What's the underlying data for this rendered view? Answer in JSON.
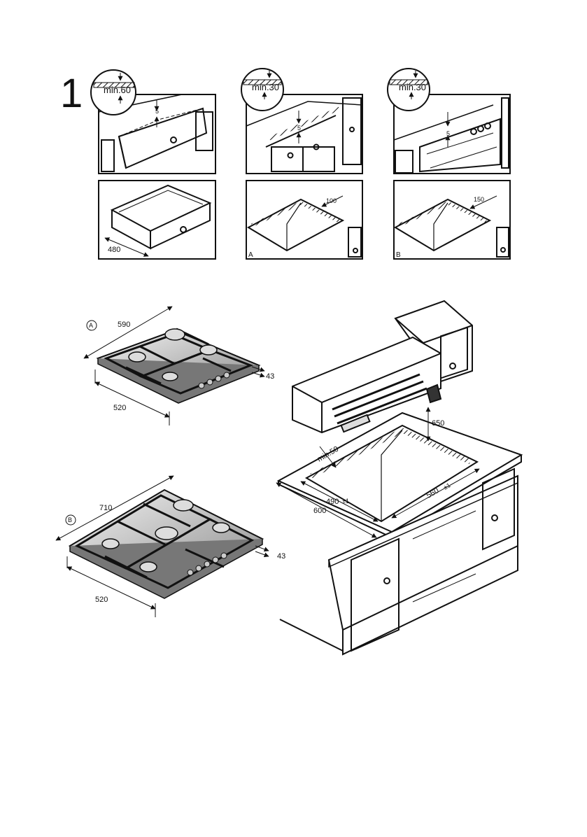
{
  "figure_number": "1",
  "top_row": [
    {
      "circle_label": "min.60",
      "gap": "5",
      "drawer_width": "480",
      "corner_letter": ""
    },
    {
      "circle_label": "min.30",
      "gap": "5",
      "cutout_offset": "100",
      "corner_letter": "A"
    },
    {
      "circle_label": "min.30",
      "gap": "5",
      "cutout_offset": "150",
      "corner_letter": "B"
    }
  ],
  "hob_a": {
    "badge": "A",
    "width": "590",
    "depth": "520",
    "height": "43"
  },
  "hob_b": {
    "badge": "B",
    "width": "710",
    "depth": "520",
    "height": "43"
  },
  "install": {
    "hood_height": "650",
    "min_back": "min.50",
    "cutout_depth": "490",
    "cutout_width": "560",
    "tolerance": "±1",
    "worktop_depth": "600"
  }
}
